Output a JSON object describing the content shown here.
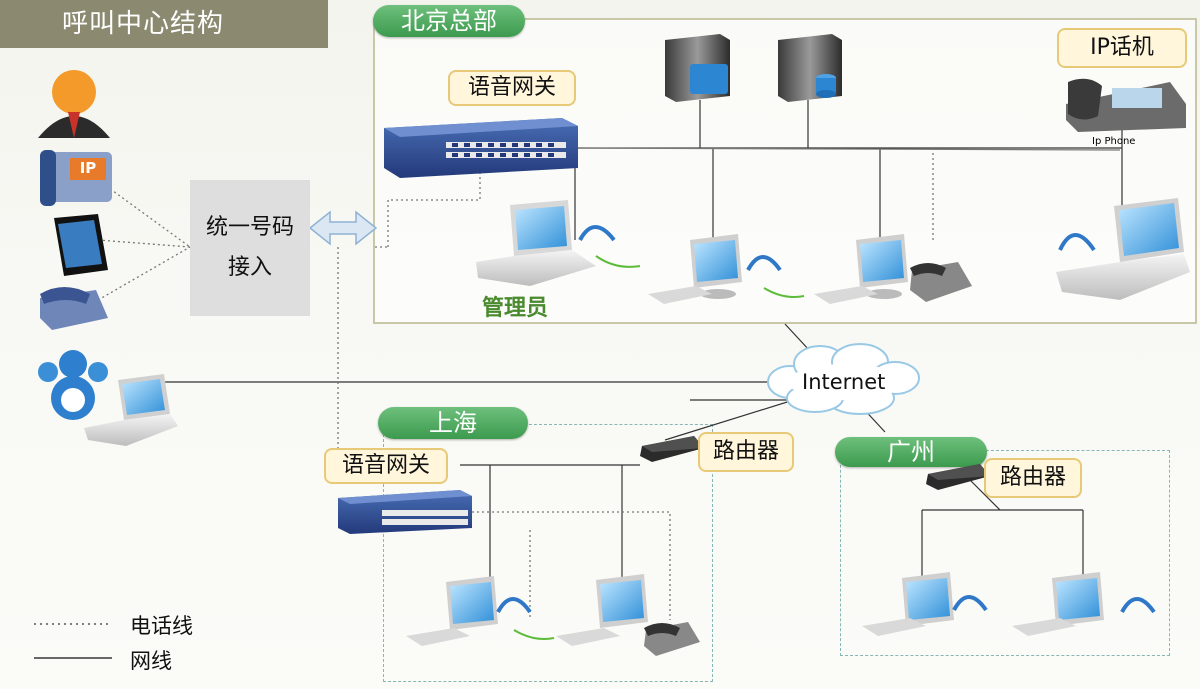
{
  "title": "呼叫中心结构",
  "access_box": {
    "line1": "统一号码",
    "line2": "接入"
  },
  "regions": {
    "beijing": {
      "name": "北京总部",
      "gateway_label": "语音网关",
      "ip_phone_label": "IP话机",
      "ip_phone_caption": "Ip Phone",
      "admin_label": "管理员"
    },
    "shanghai": {
      "name": "上海",
      "gateway_label": "语音网关",
      "router_label": "路由器"
    },
    "guangzhou": {
      "name": "广州",
      "router_label": "路由器"
    }
  },
  "internet_label": "Internet",
  "ip_badge": "IP",
  "legend": {
    "phone_line": "电话线",
    "network_line": "网线"
  },
  "colors": {
    "title_bg": "#8b8a70",
    "pill_green": "#3c9a4e",
    "callout_border": "#e8c977",
    "callout_bg": "#fff6dc",
    "switch_blue": "#2d4b8c"
  }
}
